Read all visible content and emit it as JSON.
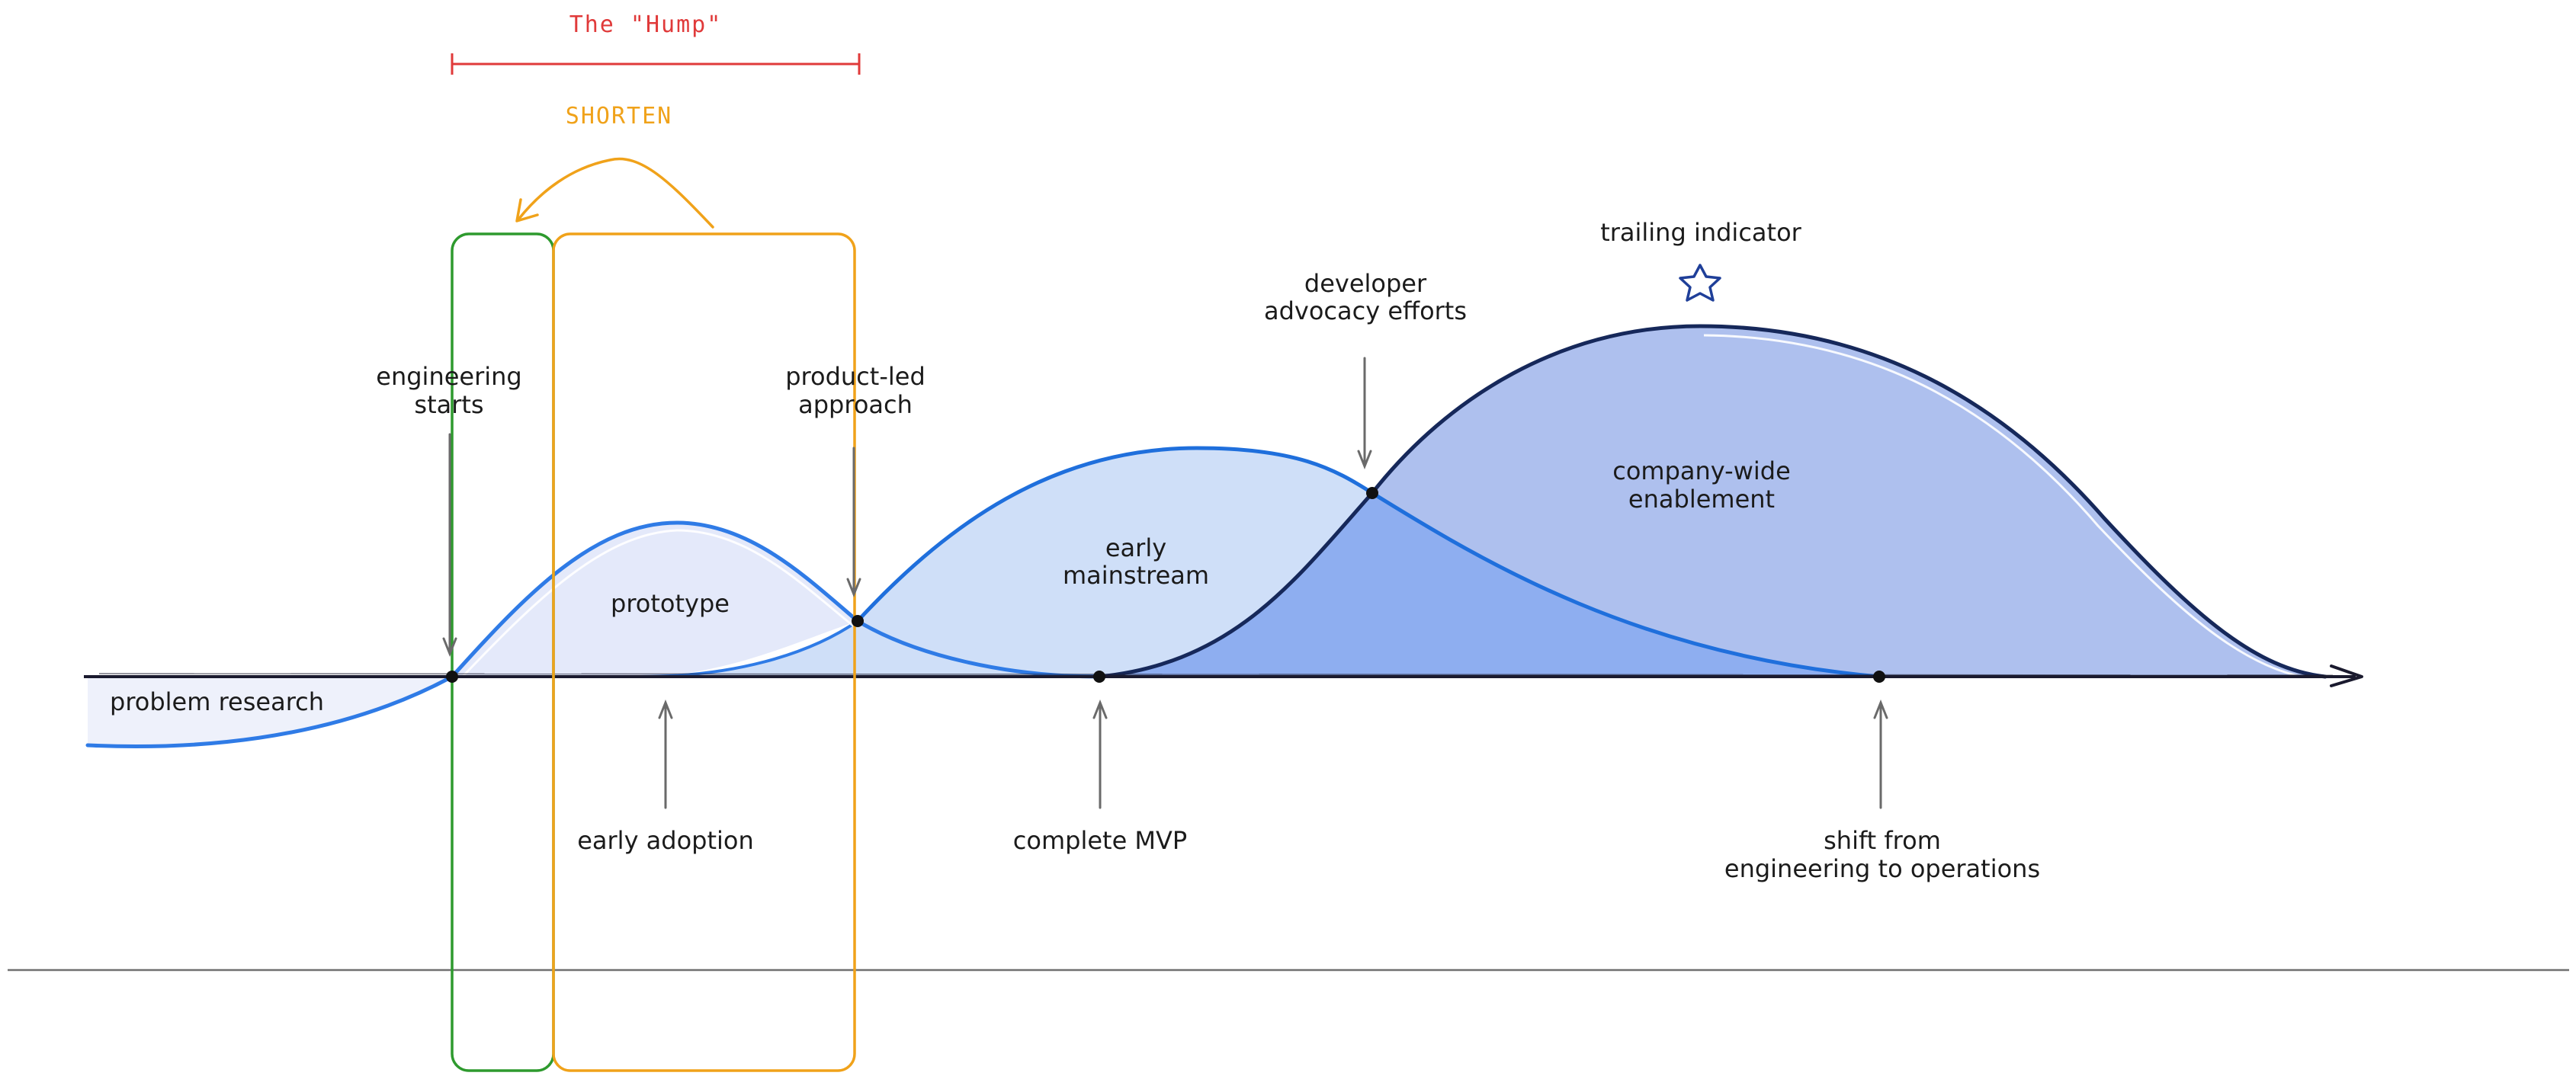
{
  "hump": {
    "title": "The \"Hump\"",
    "shorten_label": "SHORTEN"
  },
  "curve_labels": {
    "problem_research": "problem research",
    "prototype": "prototype",
    "early_mainstream_1": "early",
    "early_mainstream_2": "mainstream",
    "company_wide_1": "company-wide",
    "company_wide_2": "enablement"
  },
  "annotations": {
    "engineering_starts_1": "engineering",
    "engineering_starts_2": "starts",
    "product_led_1": "product-led",
    "product_led_2": "approach",
    "developer_advocacy_1": "developer",
    "developer_advocacy_2": "advocacy efforts",
    "trailing_indicator": "trailing indicator",
    "early_adoption": "early adoption",
    "complete_mvp": "complete MVP",
    "shift_1": "shift from",
    "shift_2": "engineering to operations"
  },
  "icons": {
    "trailing_indicator_icon": "star-icon"
  },
  "colors": {
    "problem_fill": "#eef1fb",
    "prototype_fill": "#e4e9fa",
    "mainstream_fill": "#cfdff8",
    "company_fill": "#aec0ee",
    "overlap_fill": "#8eaef0",
    "bright_stroke": "#2f7be6",
    "dark_stroke": "#16285a",
    "green_box": "#2e9a2e",
    "orange_box": "#f0a21a",
    "red_bar": "#e03a3a"
  }
}
